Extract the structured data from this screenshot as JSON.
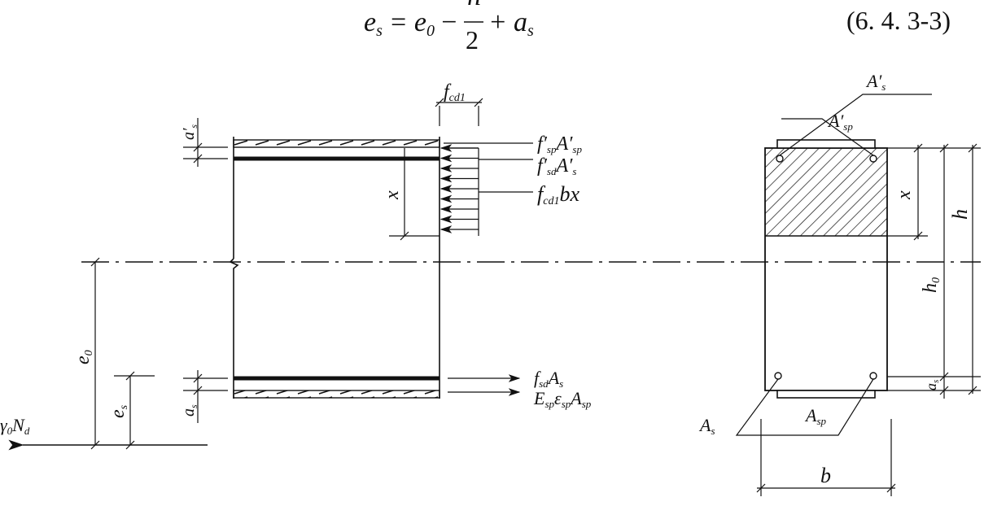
{
  "equation": {
    "lhs": "e",
    "lhs_sub": "s",
    "eq": "=",
    "e0": "e",
    "e0_sub": "0",
    "minus": "−",
    "num": "h",
    "den": "2",
    "plus": "+",
    "as": "a",
    "as_sub": "s",
    "number": "(6. 4. 3-3)"
  },
  "labels": {
    "fcd1_top": {
      "base": "f",
      "sub": "cd1"
    },
    "f_sp_A_sp": {
      "f": "f′",
      "fsub": "sp",
      "A": "A′",
      "Asub": "sp"
    },
    "f_sd_A_s": {
      "f": "f′",
      "fsub": "sd",
      "A": "A′",
      "Asub": "s"
    },
    "fcd1_bx": {
      "f": "f",
      "fsub": "cd1",
      "rest": "bx"
    },
    "fsd_As": {
      "f": "f",
      "fsub": "sd",
      "A": "A",
      "Asub": "s"
    },
    "Esp": {
      "E": "E",
      "Esub": "sp",
      "eps": "ε",
      "epssub": "sp",
      "A": "A",
      "Asub": "sp"
    },
    "gamma_Nd": {
      "g": "γ",
      "gsub": "0",
      "N": "N",
      "Nsub": "d"
    },
    "x_left": "x",
    "a_s_prime_left": {
      "base": "a′",
      "sub": "s"
    },
    "a_s_left": {
      "base": "a",
      "sub": "s"
    },
    "e0": {
      "base": "e",
      "sub": "0"
    },
    "es": {
      "base": "e",
      "sub": "s"
    },
    "A_s_prime": {
      "base": "A′",
      "sub": "s"
    },
    "A_sp_prime": {
      "base": "A′",
      "sub": "sp"
    },
    "A_s": {
      "base": "A",
      "sub": "s"
    },
    "A_sp": {
      "base": "A",
      "sub": "sp"
    },
    "x_right": "x",
    "h0": {
      "base": "h",
      "sub": "0"
    },
    "h": "h",
    "a_s_right": {
      "base": "a",
      "sub": "s"
    },
    "b": "b"
  }
}
